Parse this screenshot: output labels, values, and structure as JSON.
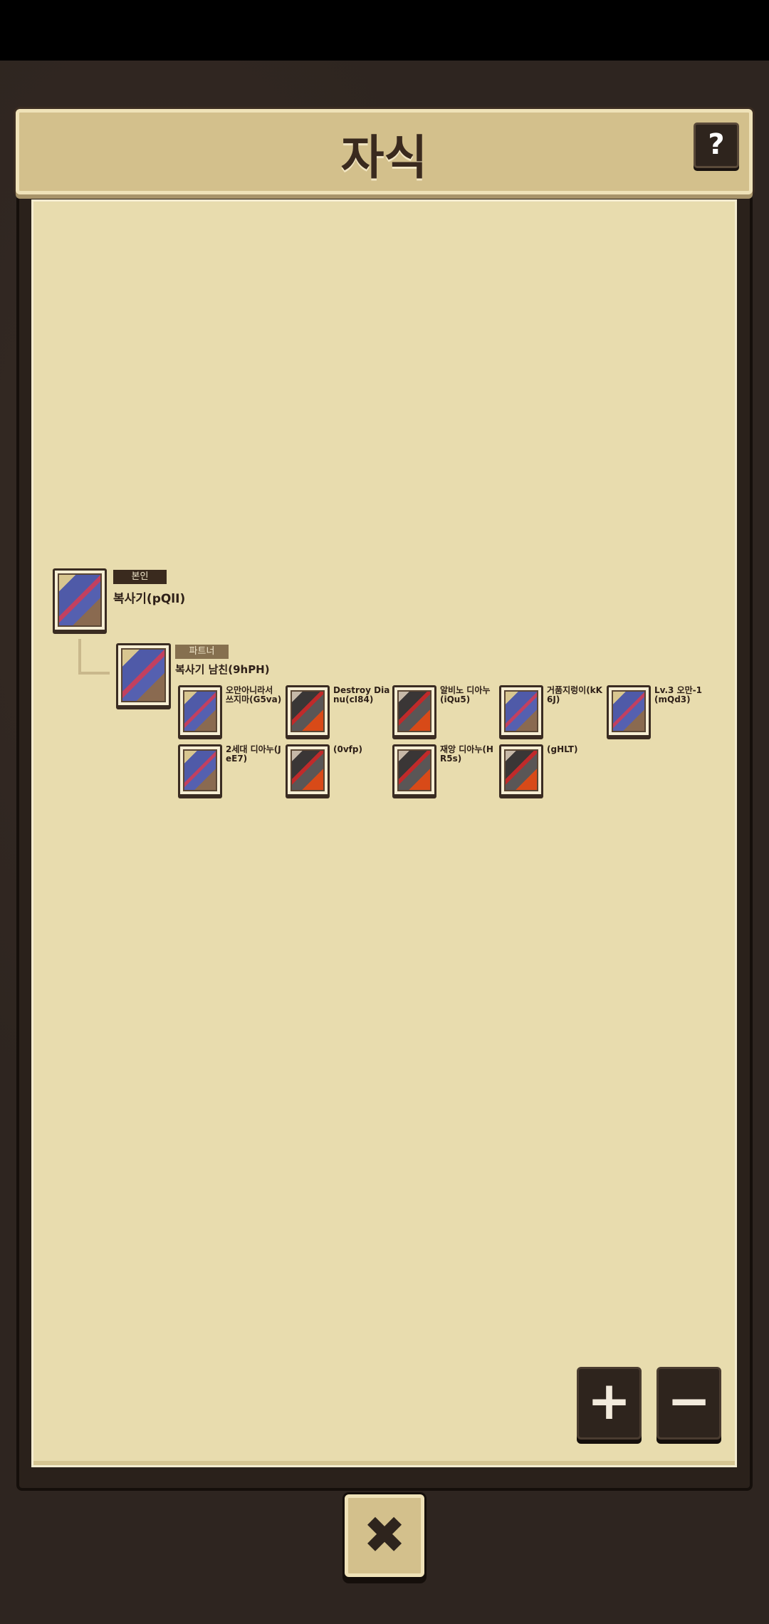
{
  "header": {
    "title": "자식",
    "help_label": "?"
  },
  "self": {
    "badge": "본인",
    "name": "복사기(pQlI)",
    "type": "blue"
  },
  "partner": {
    "badge": "파트너",
    "name": "복사기 남친(9hPH)",
    "type": "blue"
  },
  "children": [
    {
      "name": "오만아니라서 쓰지마(G5va)",
      "type": "blue"
    },
    {
      "name": "Destroy Dianu(cI84)",
      "type": "dark"
    },
    {
      "name": "알비노 디아누(iQu5)",
      "type": "dark"
    },
    {
      "name": "거품지렁이(kK6J)",
      "type": "blue"
    },
    {
      "name": "Lv.3 오만-1(mQd3)",
      "type": "blue"
    },
    {
      "name": "2세대 디아누(JeE7)",
      "type": "blue"
    },
    {
      "name": "(0vfp)",
      "type": "dark"
    },
    {
      "name": "재앙 디아누(HR5s)",
      "type": "dark"
    },
    {
      "name": "(gHLT)",
      "type": "dark"
    }
  ],
  "controls": {
    "zoom_in": "+",
    "zoom_out": "−",
    "close": "✖"
  }
}
